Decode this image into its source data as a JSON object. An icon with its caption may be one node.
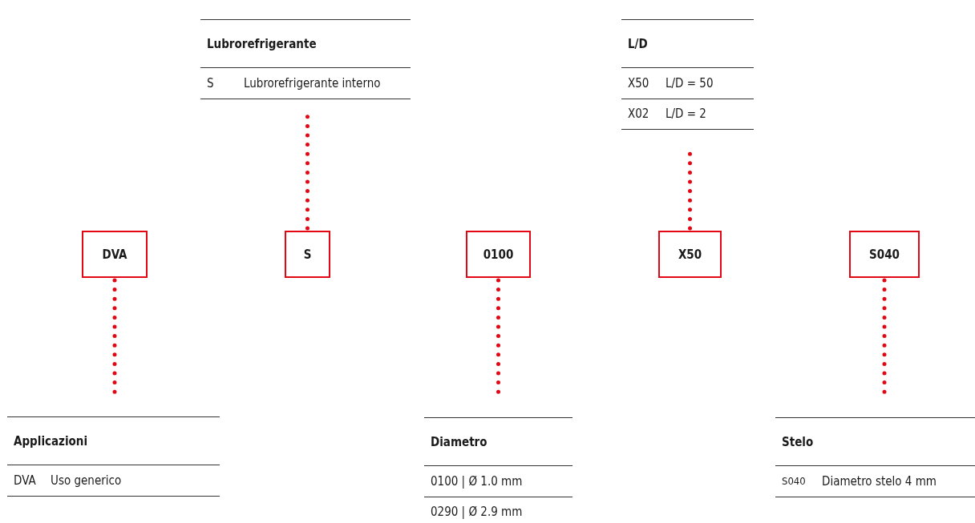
{
  "diagram": {
    "nodes": [
      {
        "text": [
          "Lubrorefrigerante",
          "S",
          "Lubrorefrigerante interno"
        ]
      },
      {
        "text": [
          "L/D",
          "X50",
          "L/D = 50",
          "X02",
          "L/D = 2"
        ]
      },
      {
        "text": [
          "DVA"
        ]
      },
      {
        "text": [
          "S"
        ]
      },
      {
        "text": [
          "0100"
        ]
      },
      {
        "text": [
          "X50"
        ]
      },
      {
        "text": [
          "S040"
        ]
      },
      {
        "text": [
          "Applicazioni",
          "DVA",
          "Uso generico"
        ]
      },
      {
        "text": [
          "Diametro",
          "0100 | Ø 1.0 mm",
          "0290 | Ø 2.9 mm"
        ]
      },
      {
        "text": [
          "Stelo",
          "S040",
          "Diametro stelo 4 mm"
        ]
      }
    ],
    "edges": [
      {
        "from": 3,
        "to": 0,
        "arrow": "none"
      },
      {
        "from": 5,
        "to": 1,
        "arrow": "none"
      },
      {
        "from": 2,
        "to": 7,
        "arrow": "none"
      },
      {
        "from": 4,
        "to": 8,
        "arrow": "none"
      },
      {
        "from": 6,
        "to": 9,
        "arrow": "none"
      }
    ]
  }
}
